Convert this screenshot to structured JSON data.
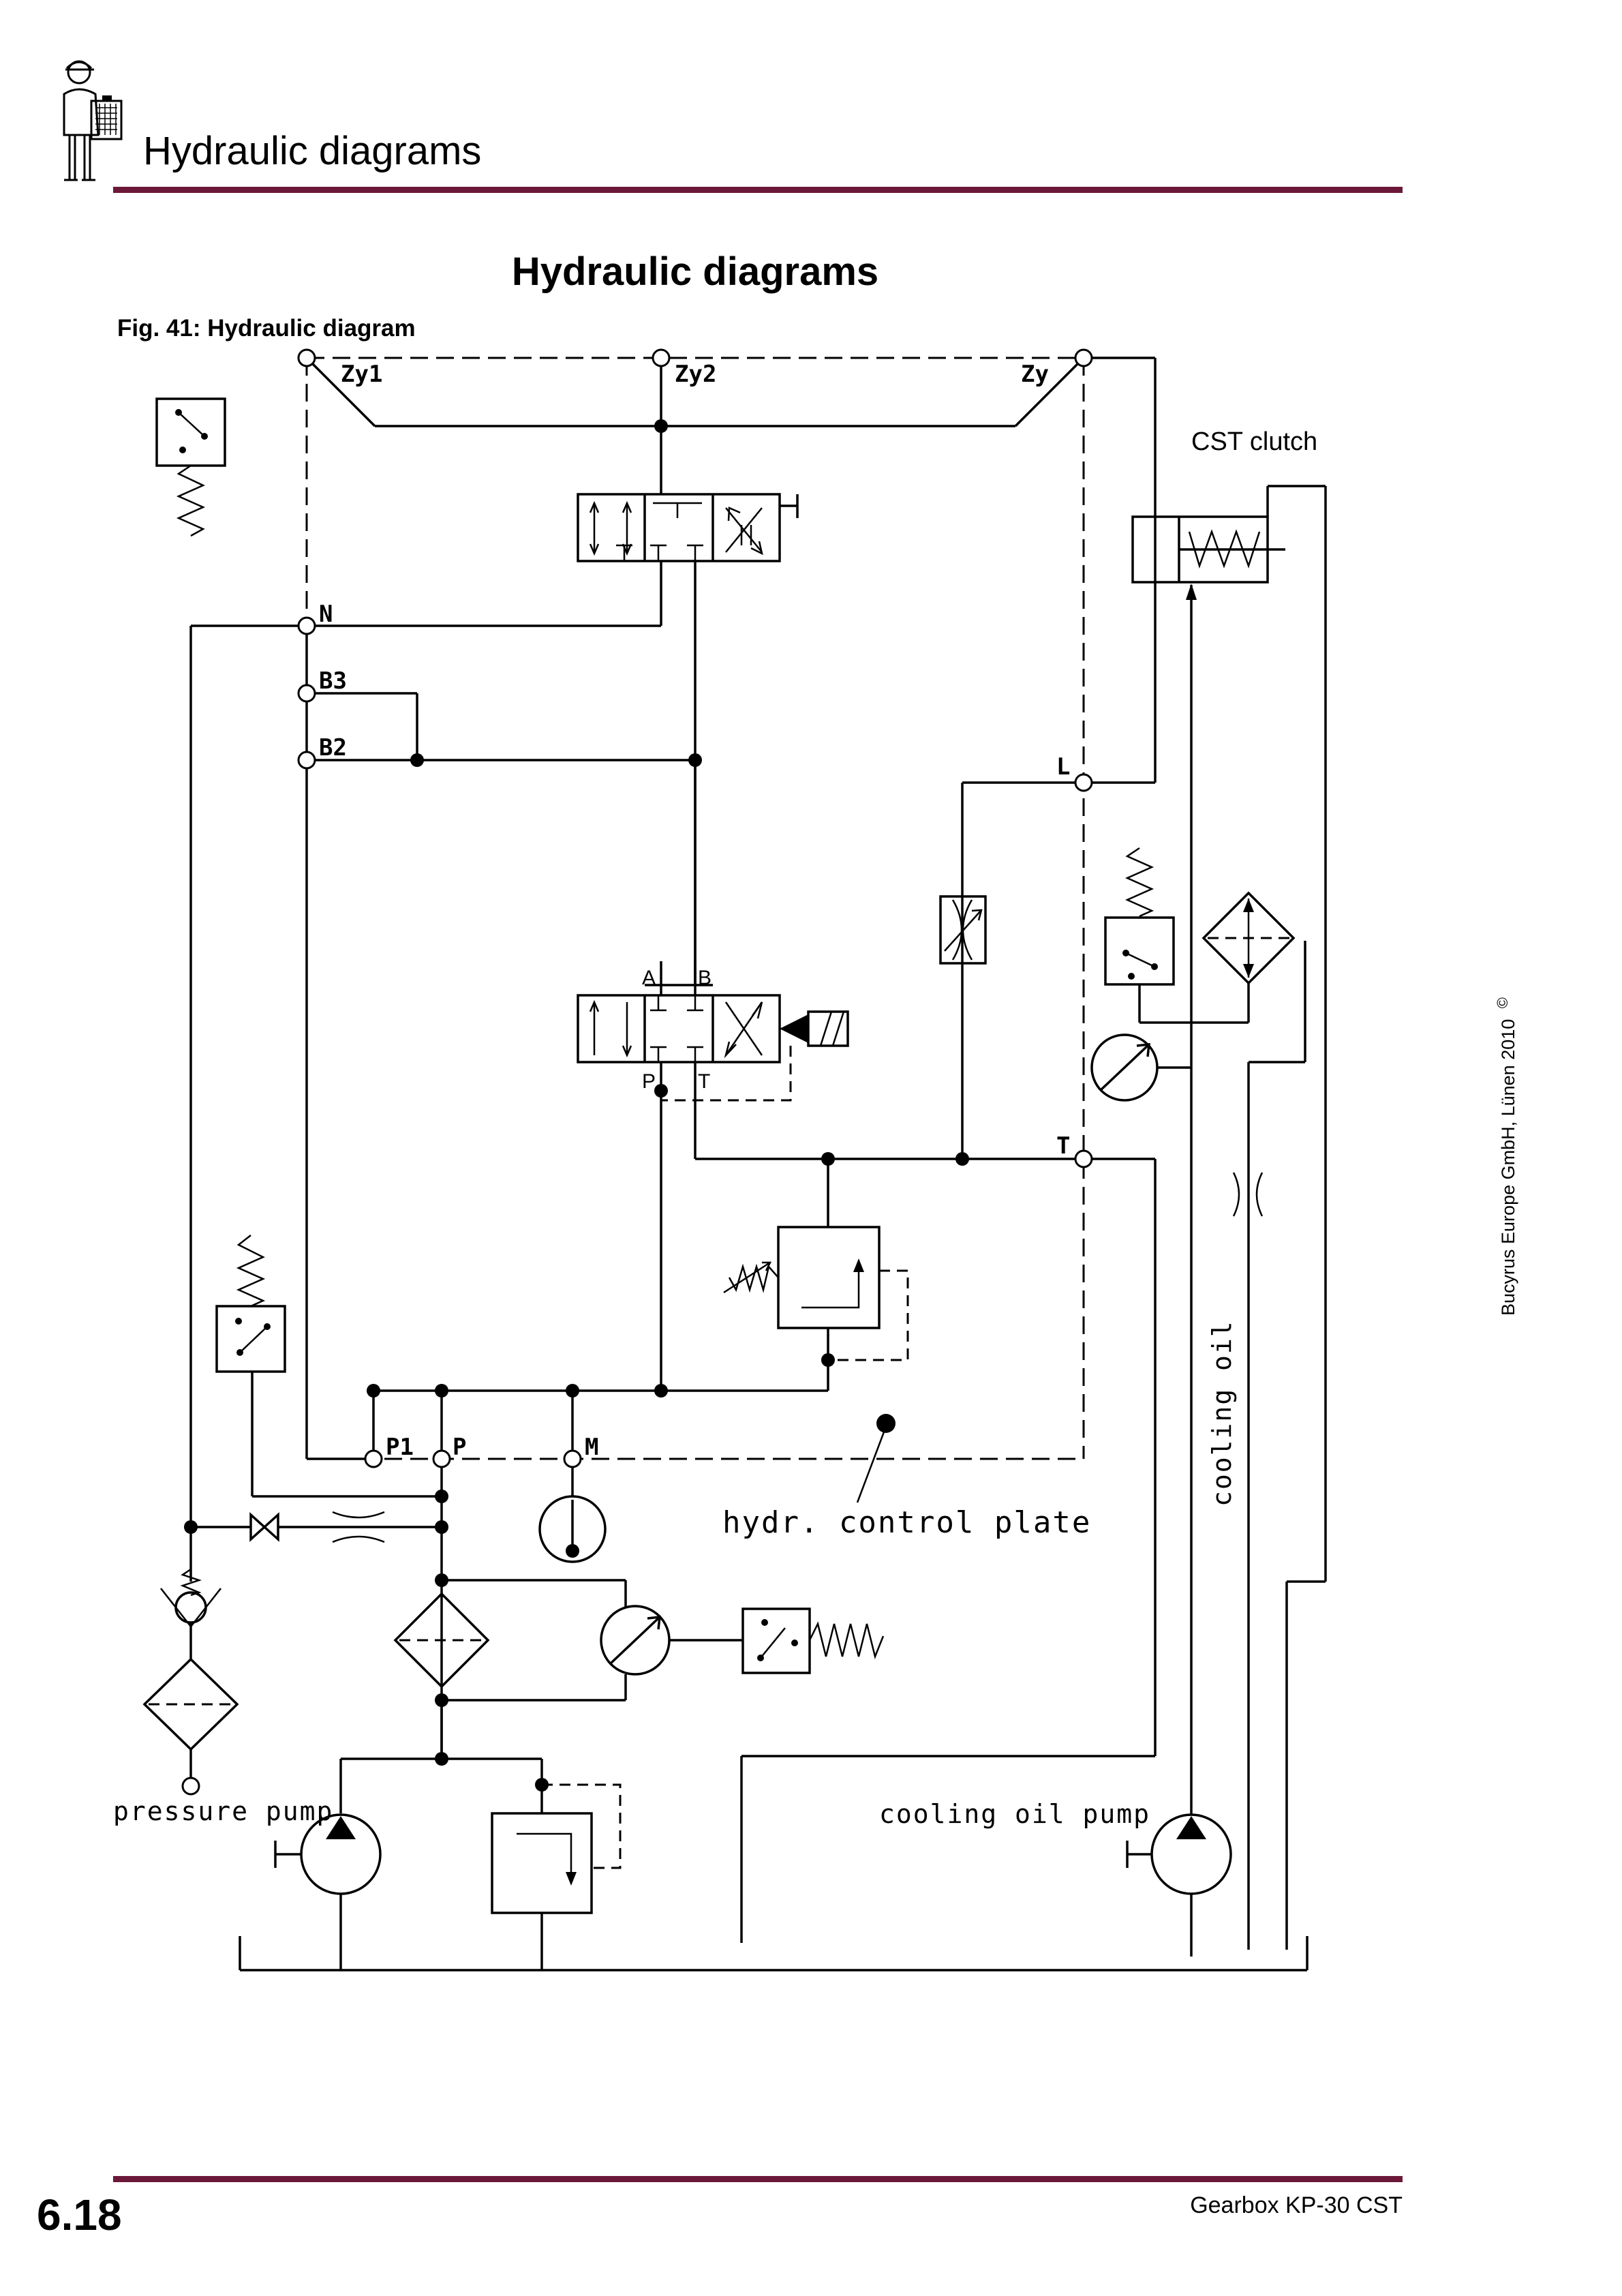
{
  "header": {
    "title": "Hydraulic diagrams",
    "icon": "technician-manual-icon"
  },
  "diagram": {
    "title": "Hydraulic diagrams",
    "caption": "Fig. 41:  Hydraulic diagram",
    "ports": {
      "zy1": "Zy1",
      "zy2": "Zy2",
      "zy": "Zy",
      "n": "N",
      "b3": "B3",
      "b2": "B2",
      "l": "L",
      "t": "T",
      "p1": "P1",
      "p": "P",
      "m": "M"
    },
    "valve_ports": {
      "a": "A",
      "b": "B",
      "p": "P",
      "t": "T"
    },
    "labels": {
      "cst_clutch": "CST clutch",
      "control_plate": "hydr. control plate",
      "pressure_pump": "pressure pump",
      "cooling_oil_pump": "cooling oil pump",
      "cooling_oil": "cooling oil"
    }
  },
  "footer": {
    "page_number": "6.18",
    "document": "Gearbox KP-30 CST",
    "copyright": "Bucyrus Europe GmbH, Lünen 2010",
    "copyright_symbol": "©"
  }
}
